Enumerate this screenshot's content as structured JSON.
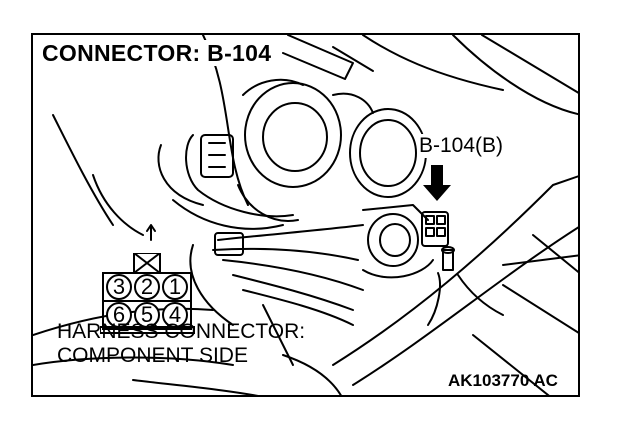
{
  "title": "CONNECTOR: B-104",
  "callout_label": "B-104(B)",
  "harness_label": {
    "line1": "HARNESS CONNECTOR:",
    "line2": "COMPONENT SIDE"
  },
  "pins": {
    "top_row": [
      "3",
      "2",
      "1"
    ],
    "bottom_row": [
      "6",
      "5",
      "4"
    ]
  },
  "figure_code": "AK103770 AC",
  "colors": {
    "ink": "#000000",
    "paper": "#ffffff"
  }
}
